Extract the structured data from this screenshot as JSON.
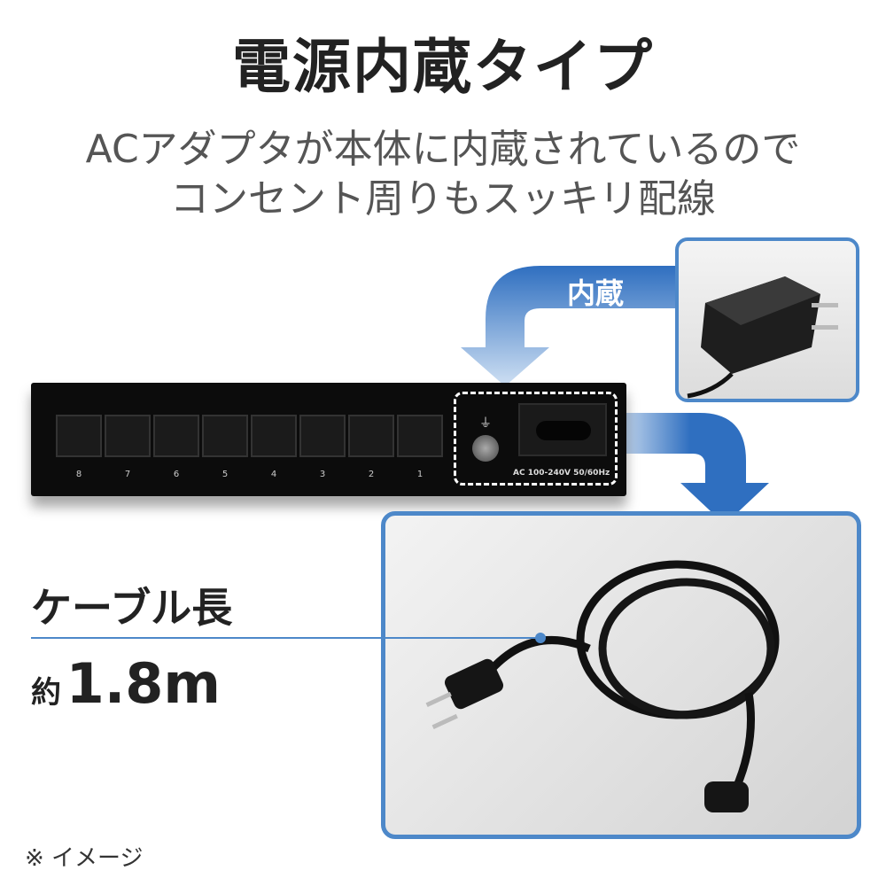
{
  "title": "電源内蔵タイプ",
  "subtitle": [
    "ACアダプタが本体に内蔵されているので",
    "コンセント周りもスッキリ配線"
  ],
  "arrow_label": "内蔵",
  "switch": {
    "ports": [
      "8",
      "7",
      "6",
      "5",
      "4",
      "3",
      "2",
      "1"
    ],
    "power_rating": "AC 100-240V  50/60Hz"
  },
  "cable": {
    "label": "ケーブル長",
    "prefix": "約",
    "value": "1.8m"
  },
  "note": "※ イメージ",
  "colors": {
    "accent": "#4d88c9",
    "arrow": "#2f6fc0"
  }
}
